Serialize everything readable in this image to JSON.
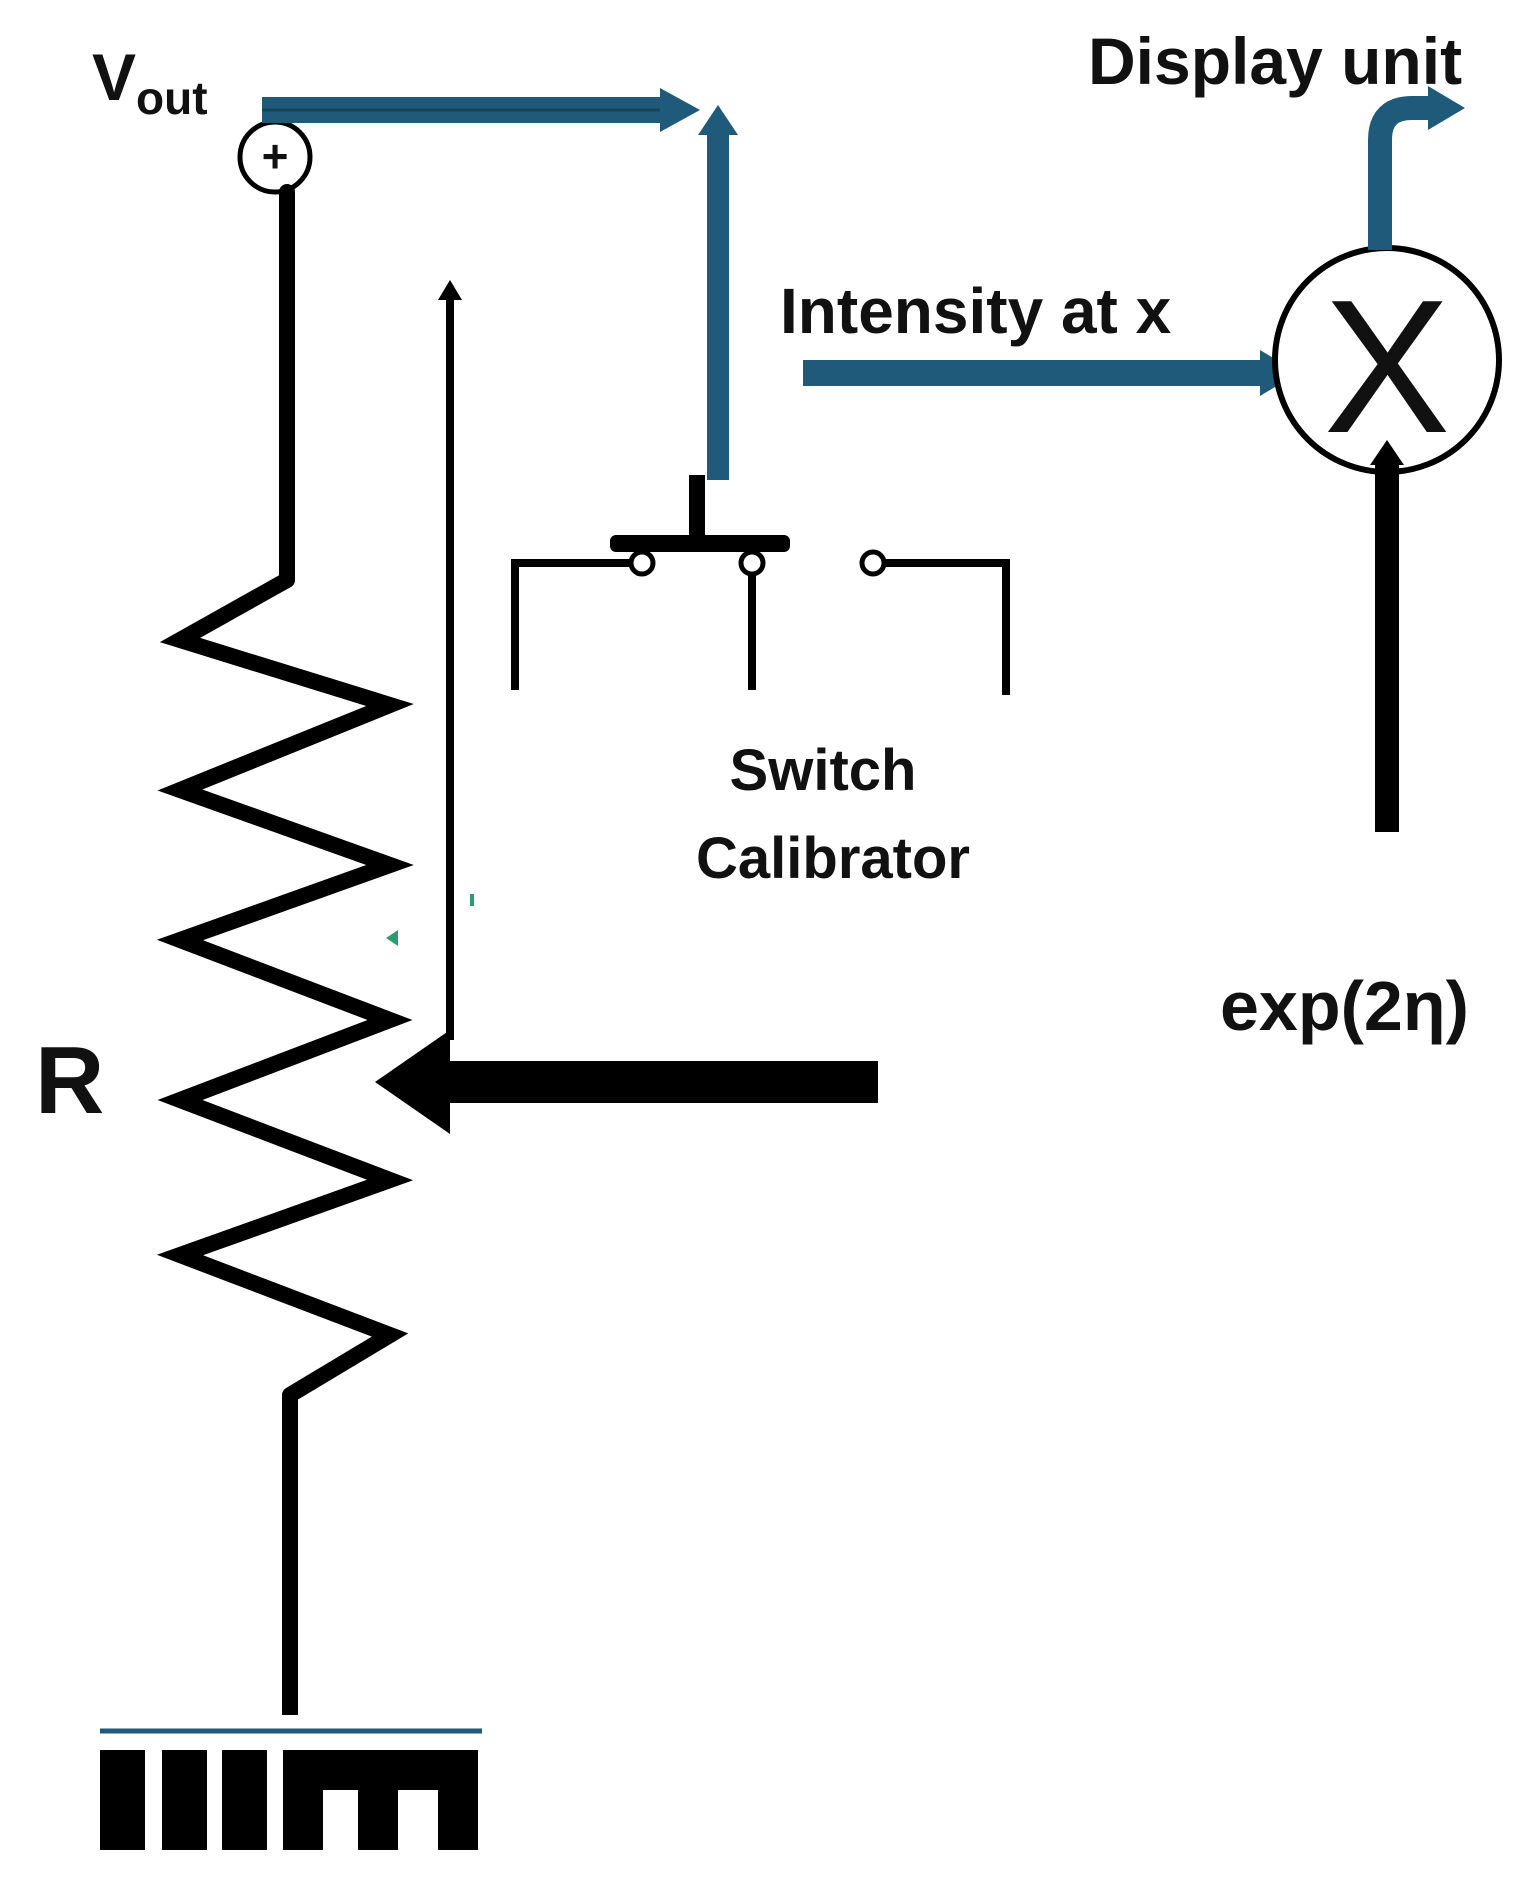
{
  "labels": {
    "vout_main": "V",
    "vout_sub": "out",
    "plus_sign": "+",
    "display_unit": "Display unit",
    "intensity": "Intensity at x",
    "multiply_symbol": "X",
    "switch_line1": "Switch",
    "switch_line2": "Calibrator",
    "exp_label": "exp(2η)",
    "resistor_label": "R"
  },
  "colors": {
    "signal_wire": "#1f5a7a",
    "circuit_wire": "#000000"
  }
}
